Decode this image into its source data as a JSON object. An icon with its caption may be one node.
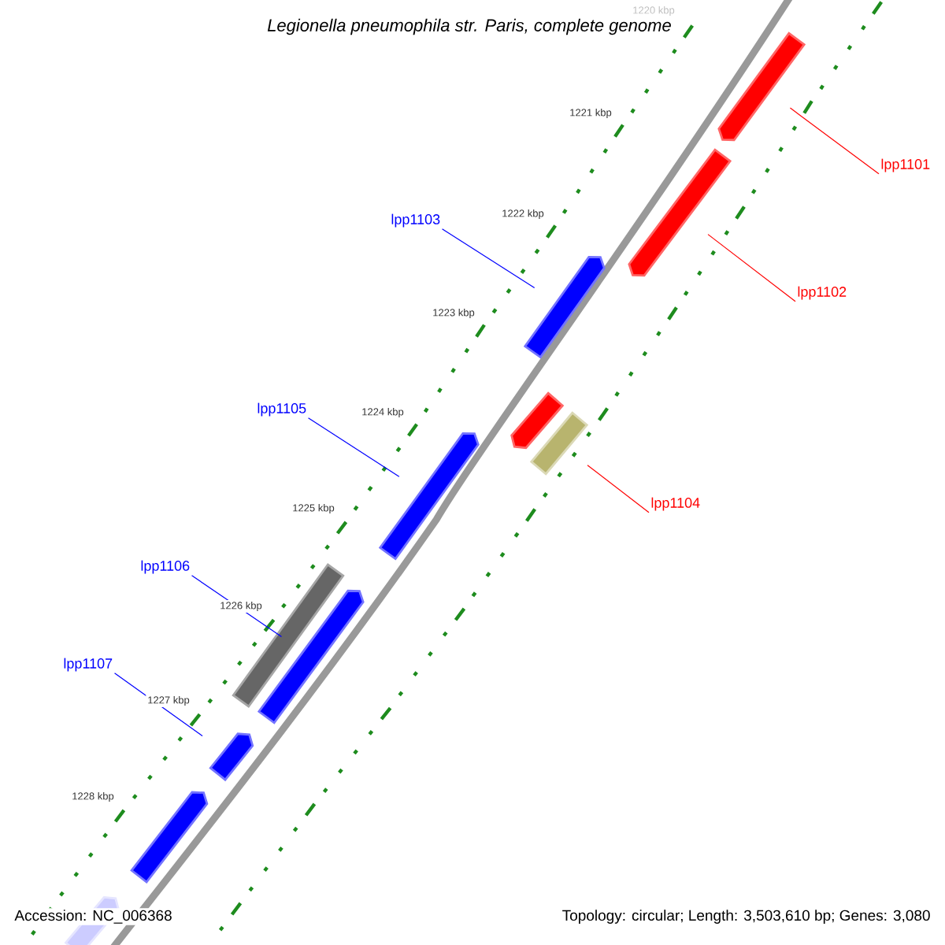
{
  "diagram": {
    "title": "Legionella pneumophila str. Paris, complete genome",
    "nodes": [
      {
        "text": [
          "lpp1101"
        ]
      },
      {
        "text": [],
        "shape": "bar"
      },
      {
        "text": [
          "lpp1102"
        ]
      },
      {
        "text": [],
        "shape": "bar"
      },
      {
        "text": [
          "lpp1103"
        ]
      },
      {
        "text": [],
        "shape": "bar"
      },
      {
        "text": [
          "lpp1104"
        ]
      },
      {
        "text": [],
        "shape": "bar"
      },
      {
        "text": [],
        "shape": "bar"
      },
      {
        "text": [
          "lpp1105"
        ]
      },
      {
        "text": [],
        "shape": "bar"
      },
      {
        "text": [
          "lpp1106"
        ]
      },
      {
        "text": [],
        "shape": "bar"
      },
      {
        "text": [],
        "shape": "bar"
      },
      {
        "text": [
          "lpp1107"
        ]
      },
      {
        "text": [],
        "shape": "bar"
      },
      {
        "text": [],
        "shape": "bar"
      },
      {
        "text": [],
        "shape": "bar"
      }
    ],
    "edges": [
      {
        "from": 0,
        "to": 1,
        "arrow": "none",
        "color": "#ff0000"
      },
      {
        "from": 2,
        "to": 3,
        "arrow": "none",
        "color": "#ff0000"
      },
      {
        "from": 4,
        "to": 5,
        "arrow": "none"
      },
      {
        "from": 6,
        "to": 8,
        "arrow": "none",
        "color": "#ff0000"
      },
      {
        "from": 9,
        "to": 10,
        "arrow": "none"
      },
      {
        "from": 11,
        "to": 13,
        "arrow": "none"
      },
      {
        "from": 14,
        "to": 15,
        "arrow": "none"
      }
    ],
    "labels": [
      "1220 kbp",
      "1221 kbp",
      "1222 kbp",
      "1223 kbp",
      "1224 kbp",
      "1225 kbp",
      "1226 kbp",
      "1227 kbp",
      "1228 kbp",
      "Accession: NC_006368",
      "Topology: circular; Length: 3,503,610 bp; Genes: 3,080"
    ]
  }
}
